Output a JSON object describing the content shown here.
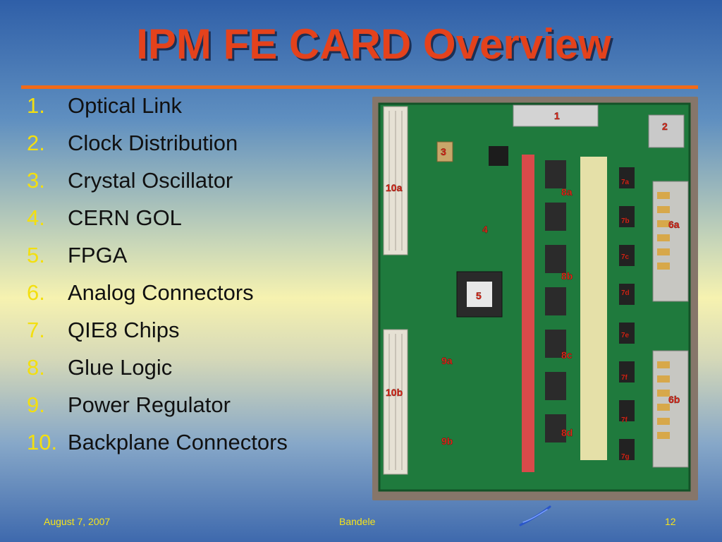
{
  "title": "IPM FE CARD Overview",
  "items": [
    {
      "num": "1.",
      "label": "Optical Link"
    },
    {
      "num": "2.",
      "label": "Clock Distribution"
    },
    {
      "num": "3.",
      "label": "Crystal Oscillator"
    },
    {
      "num": "4.",
      "label": "CERN GOL"
    },
    {
      "num": "5.",
      "label": "FPGA"
    },
    {
      "num": "6.",
      "label": "Analog Connectors"
    },
    {
      "num": "7.",
      "label": "QIE8 Chips"
    },
    {
      "num": "8.",
      "label": "Glue Logic"
    },
    {
      "num": "9.",
      "label": "Power Regulator"
    },
    {
      "num": "10.",
      "label": "Backplane Connectors"
    }
  ],
  "photo_labels": {
    "l1": "1",
    "l2": "2",
    "l3": "3",
    "l4": "4",
    "l5": "5",
    "l6a": "6a",
    "l6b": "6b",
    "l7a": "7a",
    "l7b": "7b",
    "l7c": "7c",
    "l7d": "7d",
    "l7e": "7e",
    "l7f1": "7f",
    "l7f2": "7f",
    "l7g": "7g",
    "l8a": "8a",
    "l8b": "8b",
    "l8c": "8c",
    "l8d": "8d",
    "l9a": "9a",
    "l9b": "9b",
    "l10a": "10a",
    "l10b": "10b"
  },
  "footer": {
    "date": "August 7, 2007",
    "author": "Bandele",
    "page": "12"
  },
  "colors": {
    "title": "#e4421c",
    "accent_rule": "#f26a17",
    "numbering": "#f3df0f",
    "label_fill": "#e42b1c",
    "board": "#1f7a3d"
  }
}
